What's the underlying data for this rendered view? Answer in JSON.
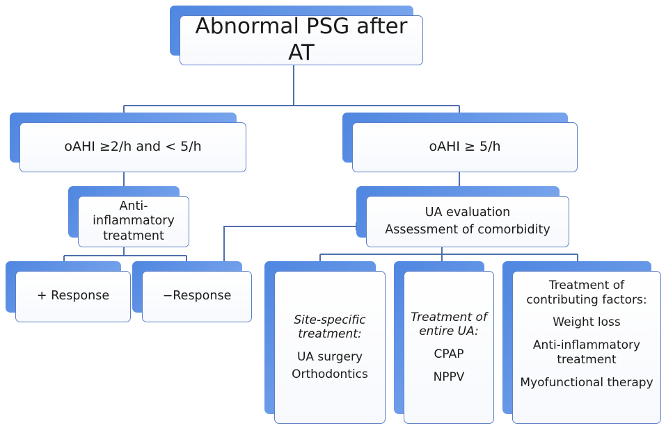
{
  "root": {
    "label": "Abnormal PSG after AT"
  },
  "left_branch": {
    "label": "oAHI ≥2/h and < 5/h"
  },
  "right_branch": {
    "label": "oAHI ≥ 5/h"
  },
  "anti_inflammatory": {
    "label": "Anti-inflammatory treatment"
  },
  "positive_response": {
    "label": "+ Response"
  },
  "negative_response": {
    "label": "−Response"
  },
  "ua_evaluation": {
    "line1": "UA evaluation",
    "line2": "Assessment of comorbidity"
  },
  "site_specific": {
    "heading": "Site-specific treatment:",
    "items": [
      "UA surgery",
      "Orthodontics"
    ]
  },
  "entire_ua": {
    "heading": "Treatment of entire UA:",
    "items": [
      "CPAP",
      "NPPV"
    ]
  },
  "contributing": {
    "heading": "Treatment of contributing factors:",
    "items": [
      "Weight loss",
      "Anti-inflammatory treatment",
      "Myofunctional therapy"
    ]
  },
  "colors": {
    "shadow": "#5b8ee6",
    "border": "#5b7fc7",
    "connector": "#4f6faa"
  }
}
